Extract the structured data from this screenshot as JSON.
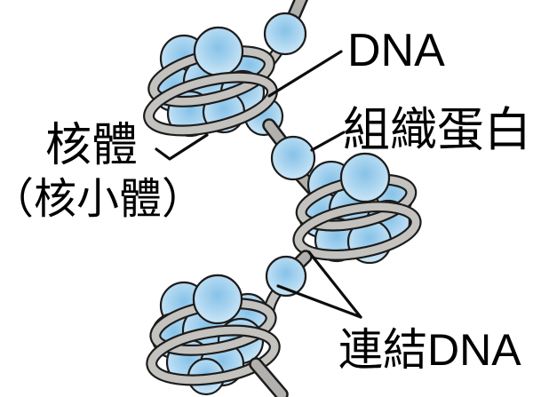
{
  "figure": {
    "type": "nucleosome-chromatin-diagram",
    "labels": {
      "dna": "DNA",
      "histone_protein": "組織蛋白",
      "nucleosome_primary": "核體",
      "nucleosome_secondary": "（核小體）",
      "linker_dna": "連結DNA"
    },
    "colors": {
      "background": "#ffffff",
      "text": "#000000",
      "leader_line": "#0d0d0d",
      "outline": "#1c1c1c",
      "sphere_core": "#86c2e8",
      "sphere_mid": "#abd5f0",
      "sphere_edge": "#d6ebf8",
      "strand": "#c4c2be",
      "rod": "#b2b0ac"
    }
  }
}
